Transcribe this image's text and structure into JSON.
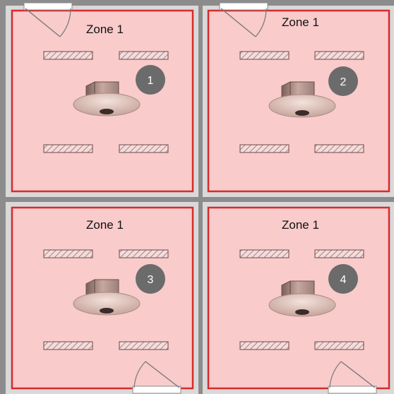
{
  "colors": {
    "wall": "#8c8c8c",
    "zone_fill": "#f9cbcb",
    "zone_border": "#d62b2b",
    "badge": "#6b6b6b",
    "badge_text": "#ffffff",
    "hatch": "#b08080"
  },
  "rooms": [
    {
      "zone_label": "Zone 1",
      "badge": "1",
      "door": "top-left",
      "icon": "ceiling-sensor-icon"
    },
    {
      "zone_label": "Zone 1",
      "badge": "2",
      "door": "top-left",
      "icon": "ceiling-sensor-icon"
    },
    {
      "zone_label": "Zone 1",
      "badge": "3",
      "door": "bottom-right",
      "icon": "ceiling-sensor-icon"
    },
    {
      "zone_label": "Zone 1",
      "badge": "4",
      "door": "bottom-right",
      "icon": "ceiling-sensor-icon"
    }
  ]
}
